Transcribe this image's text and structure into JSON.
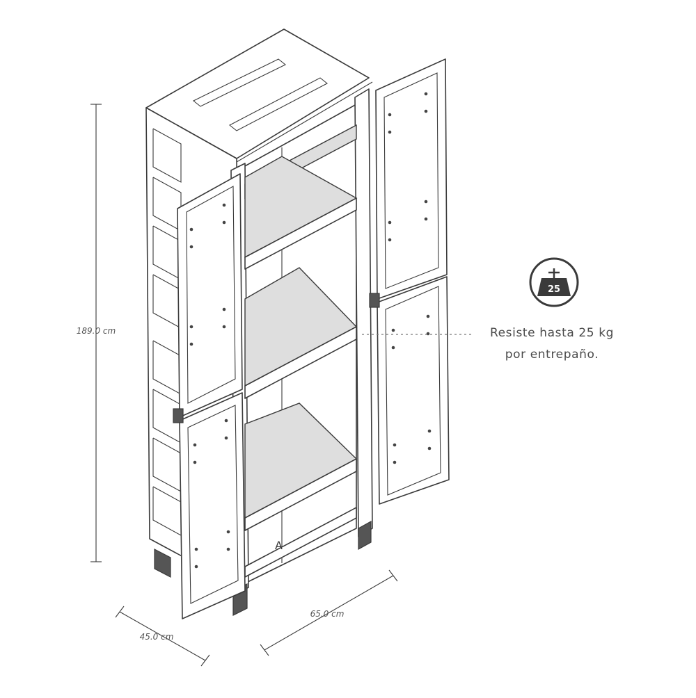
{
  "dimensions": {
    "height": "189.0 cm",
    "depth": "45.0 cm",
    "width": "65.0 cm"
  },
  "load_badge": {
    "icon": "weight-25-icon",
    "value": "25"
  },
  "callout": {
    "line1": "Resiste hasta 25 kg",
    "line2": "por entrepaño."
  }
}
